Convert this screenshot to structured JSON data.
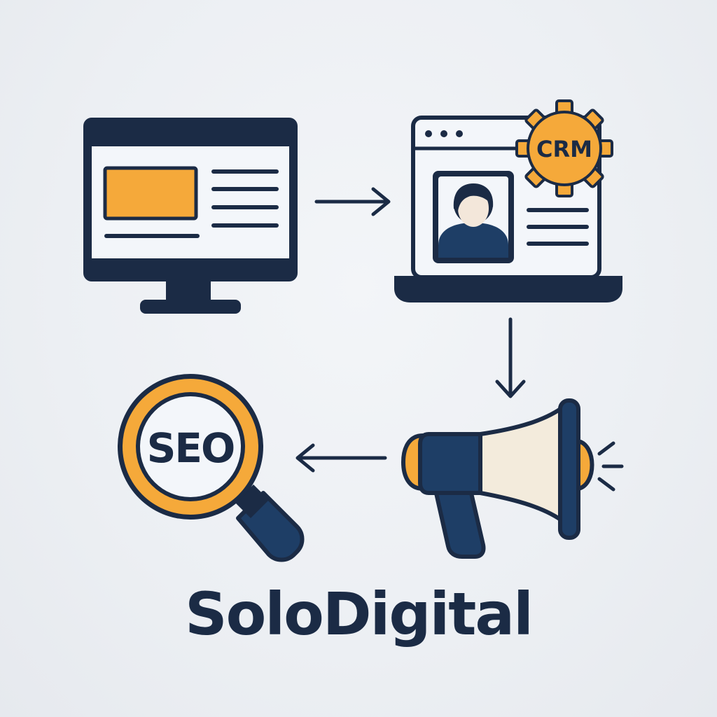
{
  "brand": {
    "name": "SoloDigital"
  },
  "steps": [
    {
      "id": "website",
      "icon": "desktop-monitor-icon"
    },
    {
      "id": "crm",
      "icon": "laptop-crm-icon",
      "badge_text": "CRM"
    },
    {
      "id": "marketing",
      "icon": "megaphone-icon"
    },
    {
      "id": "seo",
      "icon": "magnifier-seo-icon",
      "lens_text": "SEO"
    }
  ],
  "flow": [
    "website",
    "crm",
    "marketing",
    "seo"
  ],
  "colors": {
    "navy": "#1b2b45",
    "blue": "#1e3e66",
    "orange": "#f5a93a",
    "screen": "#f3f6fa",
    "cream": "#f3ebdc",
    "skin": "#f3e7da",
    "background": "#eceff3"
  }
}
